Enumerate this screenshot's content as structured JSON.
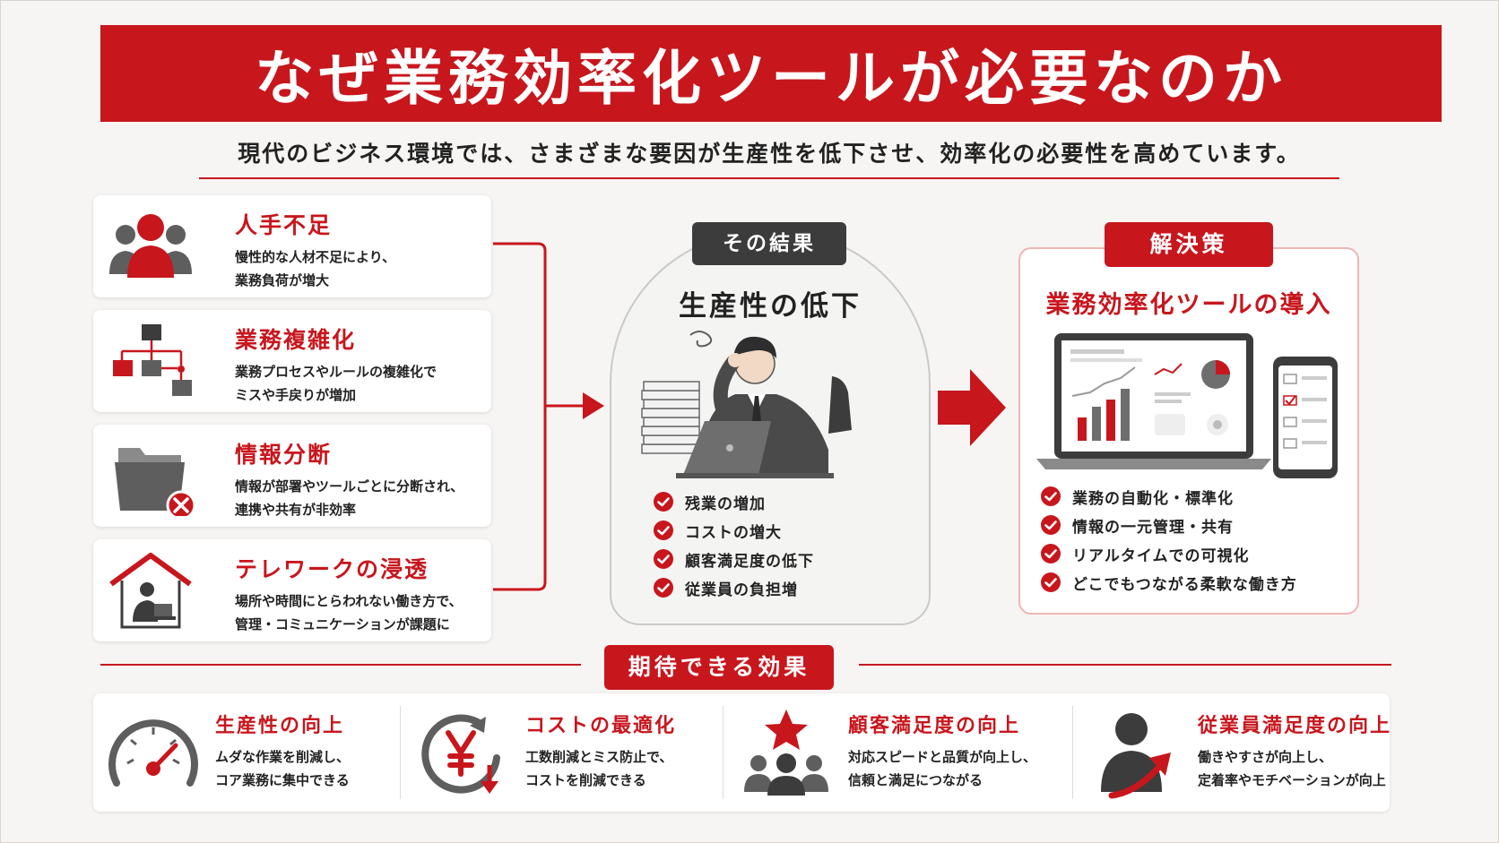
{
  "title": "なぜ業務効率化ツールが必要なのか",
  "subtitle": "現代のビジネス環境では、さまざまな要因が生産性を低下させ、効率化の必要性を高めています。",
  "colors": {
    "accent": "#c8161d",
    "dark": "#3c3c3c",
    "gray": "#5e5e5e"
  },
  "causes": [
    {
      "title": "人手不足",
      "desc": [
        "慢性的な人材不足により、",
        "業務負荷が増大"
      ],
      "icon": "people-icon"
    },
    {
      "title": "業務複雑化",
      "desc": [
        "業務プロセスやルールの複雑化で",
        "ミスや手戻りが増加"
      ],
      "icon": "flowchart-icon"
    },
    {
      "title": "情報分断",
      "desc": [
        "情報が部署やツールごとに分断され、",
        "連携や共有が非効率"
      ],
      "icon": "folder-error-icon"
    },
    {
      "title": "テレワークの浸透",
      "desc": [
        "場所や時間にとらわれない働き方で、",
        "管理・コミュニケーションが課題に"
      ],
      "icon": "home-work-icon"
    }
  ],
  "result": {
    "tag": "その結果",
    "title": "生産性の低下",
    "items": [
      "残業の増加",
      "コストの増大",
      "顧客満足度の低下",
      "従業員の負担増"
    ]
  },
  "solution": {
    "tag": "解決策",
    "title": "業務効率化ツールの導入",
    "items": [
      "業務の自動化・標準化",
      "情報の一元管理・共有",
      "リアルタイムでの可視化",
      "どこでもつながる柔軟な働き方"
    ]
  },
  "effects": {
    "tag": "期待できる効果",
    "items": [
      {
        "title": "生産性の向上",
        "desc": [
          "ムダな作業を削減し、",
          "コア業務に集中できる"
        ],
        "icon": "speedometer-icon"
      },
      {
        "title": "コストの最適化",
        "desc": [
          "工数削減とミス防止で、",
          "コストを削減できる"
        ],
        "icon": "yen-down-icon"
      },
      {
        "title": "顧客満足度の向上",
        "desc": [
          "対応スピードと品質が向上し、",
          "信頼と満足につながる"
        ],
        "icon": "customers-star-icon"
      },
      {
        "title": "従業員満足度の向上",
        "desc": [
          "働きやすさが向上し、",
          "定着率やモチベーションが向上"
        ],
        "icon": "employee-growth-icon"
      }
    ]
  }
}
